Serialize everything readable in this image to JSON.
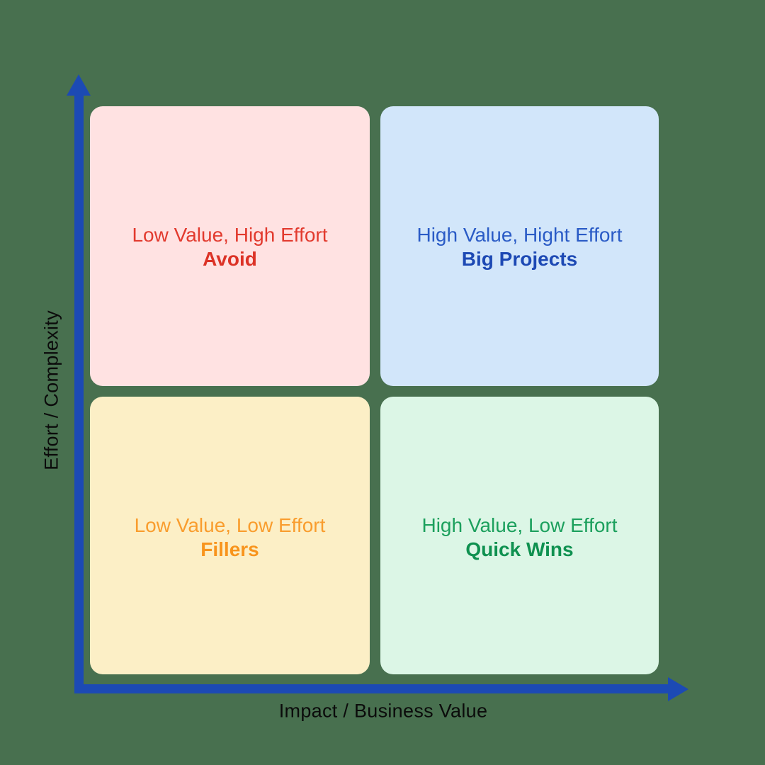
{
  "canvas": {
    "background_color": "#48704F"
  },
  "axes": {
    "color": "#1C4AB4",
    "label_color": "#0b0b0b",
    "y_label": "Effort / Complexity",
    "x_label": "Impact / Business Value"
  },
  "quadrants": [
    {
      "id": "avoid",
      "position": "top-left",
      "bg": "#FFE2E2",
      "line1": "Low Value, High Effort",
      "line2": "Avoid",
      "line1_color": "#E23A2E",
      "line2_color": "#DC3226"
    },
    {
      "id": "big-projects",
      "position": "top-right",
      "bg": "#D2E6FA",
      "line1": "High Value, Hight Effort",
      "line2": "Big Projects",
      "line1_color": "#2A5BC6",
      "line2_color": "#1D49B4"
    },
    {
      "id": "fillers",
      "position": "bottom-left",
      "bg": "#FCEFC6",
      "line1": "Low Value, Low Effort",
      "line2": "Fillers",
      "line1_color": "#F99D2E",
      "line2_color": "#F8941C"
    },
    {
      "id": "quick-wins",
      "position": "bottom-right",
      "bg": "#DCF6E6",
      "line1": "High Value, Low Effort",
      "line2": "Quick Wins",
      "line1_color": "#1CA05D",
      "line2_color": "#0F9150"
    }
  ]
}
